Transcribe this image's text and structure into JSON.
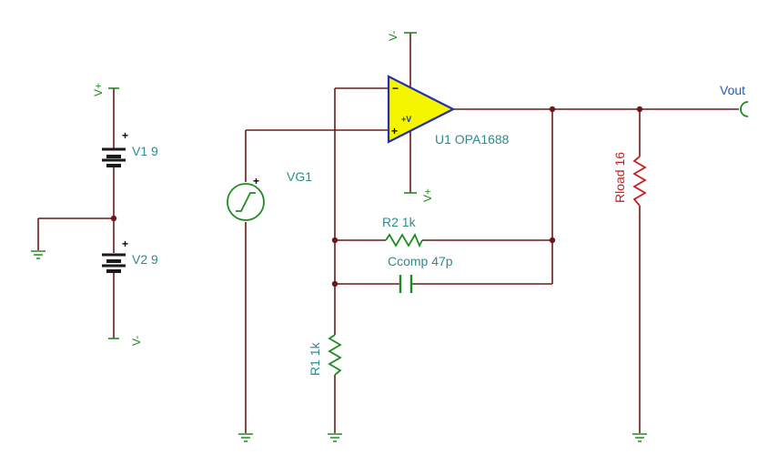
{
  "labels": {
    "v1": "V1 9",
    "v2": "V2 9",
    "vg1": "VG1",
    "u1": "U1 OPA1688",
    "r2": "R2 1k",
    "ccomp": "Ccomp 47p",
    "r1": "R1 1k",
    "rload": "Rload 16",
    "vout": "Vout",
    "vplus_rail": "V+",
    "vminus_rail": "V-",
    "opamp_vplus_pin": "V+",
    "opamp_vminus_pin": "V-",
    "opamp_supply": "+V",
    "opamp_inv": "−",
    "opamp_noninv": "+",
    "v1_pol": "+",
    "v2_pol": "+",
    "vg1_pol": "+"
  },
  "colors": {
    "wire": "#6b1a1a",
    "green": "#1f8a1f",
    "teal": "#2e8b8b",
    "red": "#c42020",
    "opamp_fill": "#f5f500",
    "opamp_stroke": "#1f2fb0"
  }
}
